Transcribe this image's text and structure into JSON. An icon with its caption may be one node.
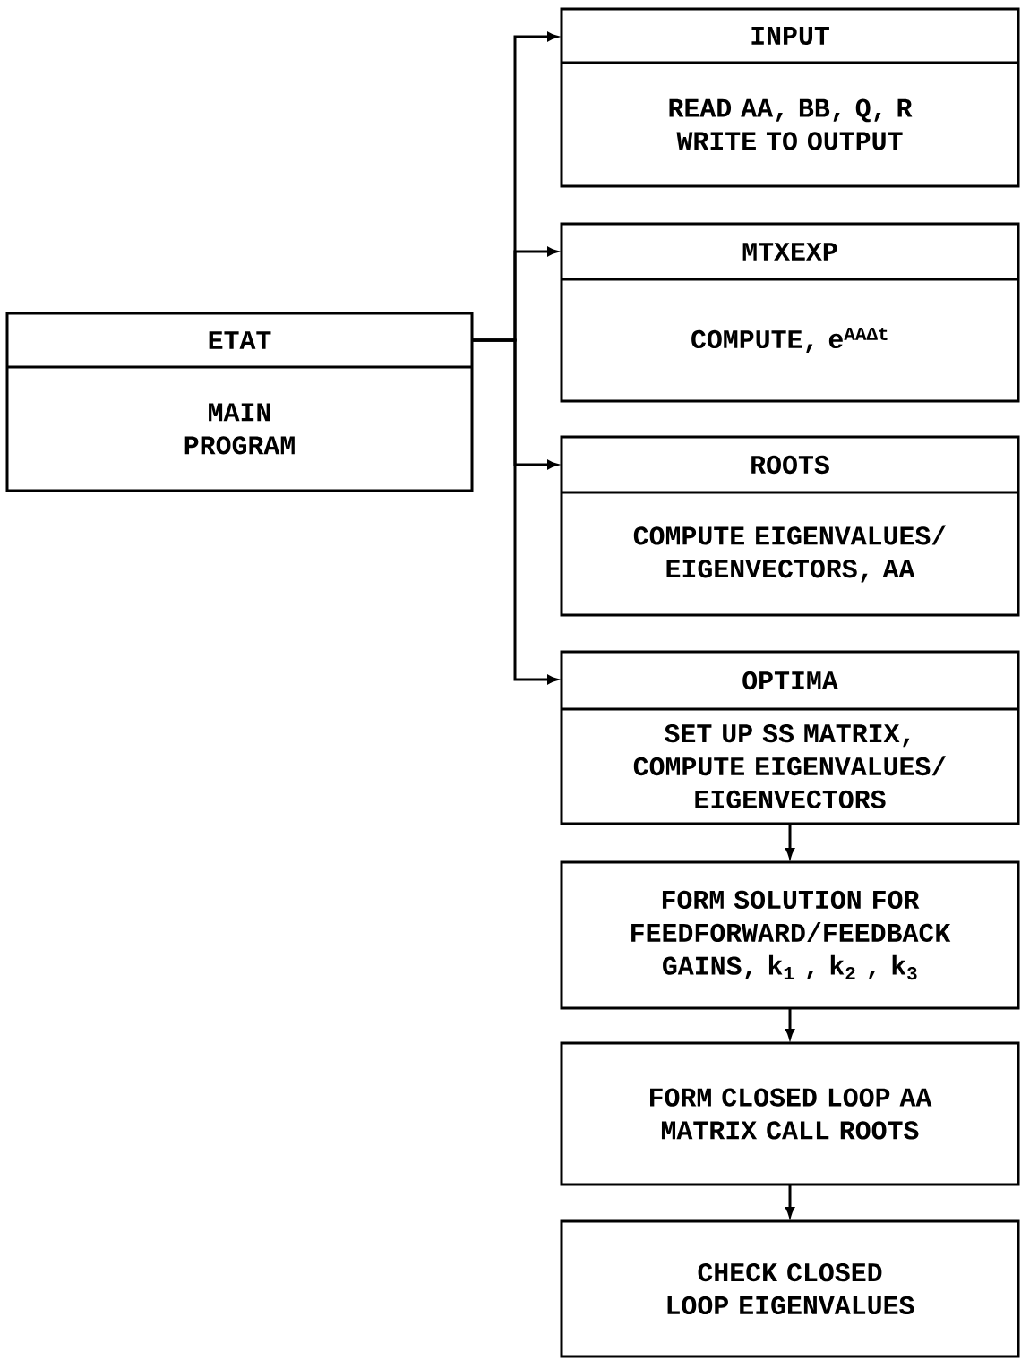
{
  "diagram": {
    "nodes": [
      {
        "text": [
          "ETAT",
          "MAIN PROGRAM"
        ]
      },
      {
        "text": [
          "INPUT",
          "READ AA, BB, Q, R WRITE TO OUTPUT"
        ]
      },
      {
        "text": [
          "MTXEXP",
          "COMPUTE, e$^{AAΔt}$"
        ]
      },
      {
        "text": [
          "ROOTS",
          "COMPUTE EIGENVALUES/ EIGENVECTORS, AA"
        ]
      },
      {
        "text": [
          "OPTIMA",
          "SET UP SS MATRIX, COMPUTE EIGENVALUES/ EIGENVECTORS"
        ]
      },
      {
        "text": [
          "FORM SOLUTION FOR FEEDFORWARD/FEEDBACK GAINS, k$_{1}$ , k$_{2}$ , k$_{3}$"
        ]
      },
      {
        "text": [
          "FORM CLOSED LOOP AA MATRIX CALL ROOTS"
        ]
      },
      {
        "text": [
          "CHECK CLOSED LOOP EIGENVALUES"
        ]
      }
    ],
    "edges": [
      {
        "from": 0,
        "to": 1,
        "arrow": "to"
      },
      {
        "from": 0,
        "to": 2,
        "arrow": "to"
      },
      {
        "from": 0,
        "to": 3,
        "arrow": "to"
      },
      {
        "from": 0,
        "to": 4,
        "arrow": "to"
      },
      {
        "from": 4,
        "to": 5,
        "arrow": "to"
      },
      {
        "from": 5,
        "to": 6,
        "arrow": "to"
      },
      {
        "from": 6,
        "to": 7,
        "arrow": "to"
      }
    ]
  }
}
